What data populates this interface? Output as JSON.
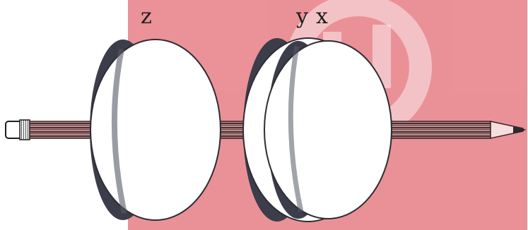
{
  "figure": {
    "labels": {
      "z": "z",
      "y": "y",
      "x": "x"
    },
    "colors": {
      "background": "#ffffff",
      "watermark": "#e8828a",
      "disc_edge": "#3c3d4a",
      "pencil_stripe_dark": "#4c2f30",
      "pencil_stripe_light": "#b98e8f",
      "pencil_tip": "#2b2b2b",
      "ink": "#1d1d1d"
    },
    "icons": [
      "watermark-logo",
      "pencil-icon",
      "disc-z-icon",
      "disc-y-icon",
      "disc-x-icon"
    ]
  }
}
